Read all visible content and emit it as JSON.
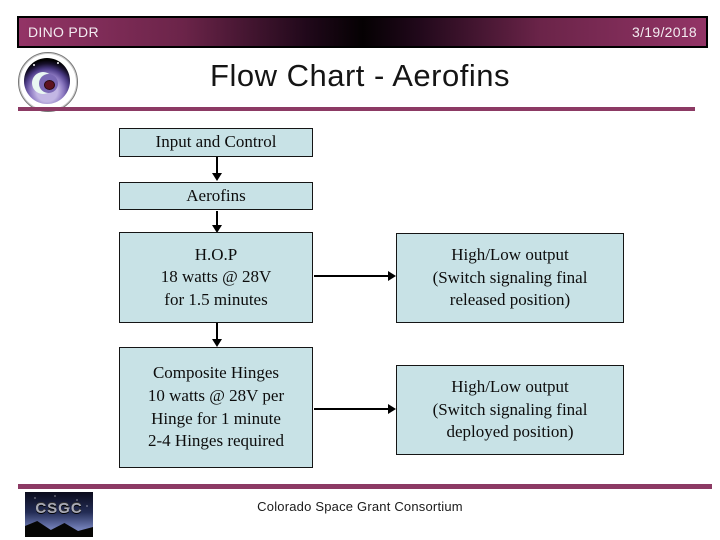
{
  "header": {
    "project": "DINO PDR",
    "date": "3/19/2018"
  },
  "title": "Flow Chart - Aerofins",
  "flowchart": {
    "boxes": [
      {
        "id": "input",
        "lines": [
          "Input and Control"
        ]
      },
      {
        "id": "aerofins",
        "lines": [
          "Aerofins"
        ]
      },
      {
        "id": "hop",
        "lines": [
          "H.O.P",
          "18 watts @ 28V",
          "for 1.5 minutes"
        ]
      },
      {
        "id": "released",
        "lines": [
          "High/Low output",
          "(Switch signaling final",
          "released position)"
        ]
      },
      {
        "id": "hinges",
        "lines": [
          "Composite Hinges",
          "10 watts @ 28V per",
          "Hinge for 1 minute",
          "2-4 Hinges required"
        ]
      },
      {
        "id": "deployed",
        "lines": [
          "High/Low output",
          "(Switch signaling final",
          "deployed position)"
        ]
      }
    ]
  },
  "footer": {
    "text": "Colorado Space Grant Consortium",
    "logo_text": "CSGC"
  },
  "icons": {
    "mission_patch": "dino-mission-patch-icon",
    "csgc_logo": "csgc-night-sky-logo"
  },
  "colors": {
    "accent_rule": "#8c3a64",
    "header_gradient_edge": "#933466",
    "header_gradient_center": "#050103",
    "box_fill": "#c8e2e6",
    "box_border": "#151515"
  }
}
